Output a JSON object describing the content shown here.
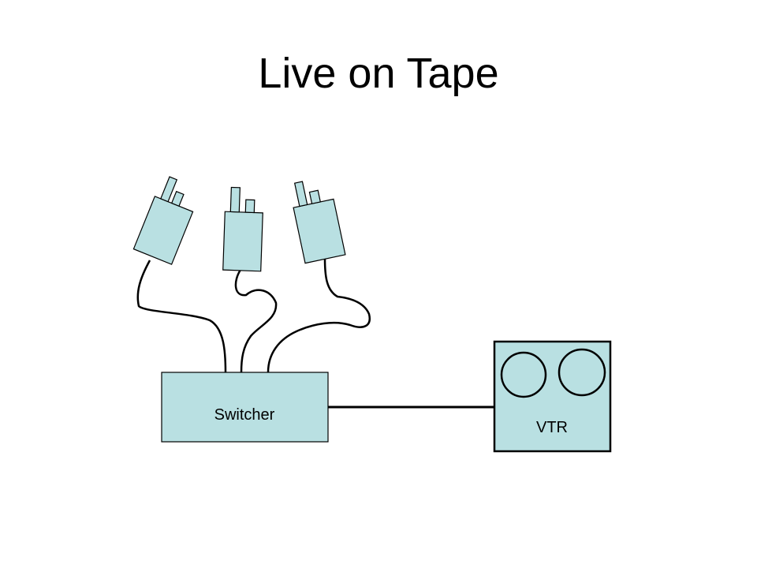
{
  "slide": {
    "title": "Live on Tape"
  },
  "diagram": {
    "switcher_label": "Switcher",
    "vtr_label": "VTR",
    "camera_count": 3,
    "colors": {
      "device_fill": "#b9e0e2",
      "stroke": "#000000",
      "background": "#ffffff"
    }
  }
}
